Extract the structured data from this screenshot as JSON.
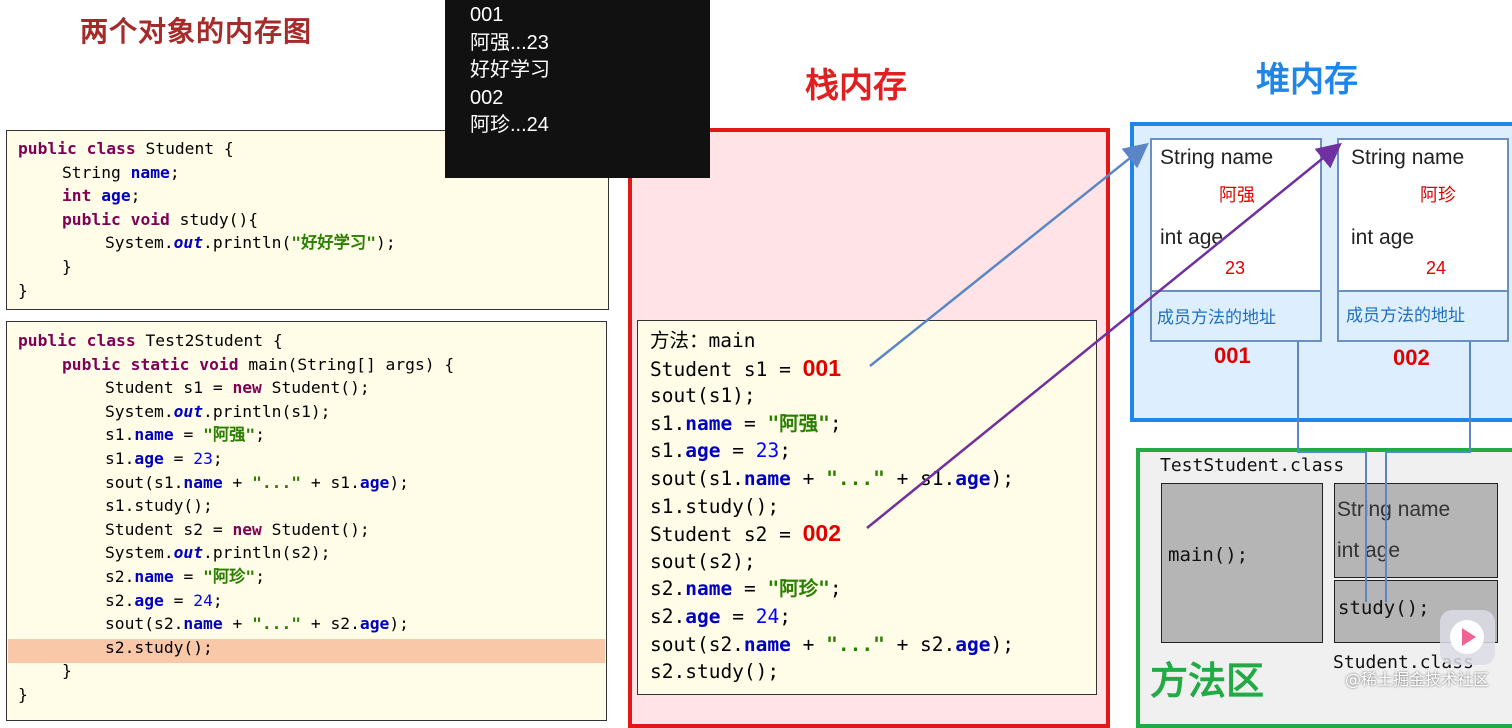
{
  "title": "两个对象的内存图",
  "console_output": [
    "001",
    "阿强...23",
    "好好学习",
    "002",
    "阿珍...24"
  ],
  "student_class": {
    "l1": [
      "public",
      "class",
      "Student {"
    ],
    "l2": [
      "String ",
      "name",
      ";"
    ],
    "l3": [
      "int",
      " ",
      "age",
      ";"
    ],
    "l4": [
      "public",
      "void",
      "study(){"
    ],
    "l5": [
      "System.",
      "out",
      ".println(",
      "\"好好学习\"",
      ");"
    ],
    "l6": "}",
    "l7": "}"
  },
  "test_class": {
    "l1": [
      "public",
      "class",
      "Test2Student {"
    ],
    "l2": [
      "public",
      "static",
      "void",
      "main(String[] args) {"
    ],
    "l3": [
      "Student s1 = ",
      "new",
      " Student();"
    ],
    "l4": [
      "System.",
      "out",
      ".println(s1);"
    ],
    "l5": [
      "s1.",
      "name",
      " = ",
      "\"阿强\"",
      ";"
    ],
    "l6": [
      "s1.",
      "age",
      " = ",
      "23",
      ";"
    ],
    "l7": [
      "sout(s1.",
      "name",
      " + ",
      "\"...\"",
      " + s1.",
      "age",
      ");"
    ],
    "l8": "s1.study();",
    "l9": [
      "Student s2 = ",
      "new",
      " Student();"
    ],
    "l10": [
      "System.",
      "out",
      ".println(s2);"
    ],
    "l11": [
      "s2.",
      "name",
      " = ",
      "\"阿珍\"",
      ";"
    ],
    "l12": [
      "s2.",
      "age",
      " = ",
      "24",
      ";"
    ],
    "l13": [
      "sout(s2.",
      "name",
      " + ",
      "\"...\"",
      " + s2.",
      "age",
      ");"
    ],
    "l14": "s2.study();",
    "l15": "}",
    "l16": "}"
  },
  "stack": {
    "title": "栈内存",
    "method_label": "方法：main",
    "s1_decl": "Student s1 = ",
    "s1_addr": "001",
    "sout_s1": "sout(s1);",
    "s1_name": [
      "s1.",
      "name",
      " = ",
      "\"阿强\"",
      ";"
    ],
    "s1_age": [
      "s1.",
      "age",
      " = ",
      "23",
      ";"
    ],
    "s1_print": [
      "sout(s1.",
      "name",
      " + ",
      "\"...\"",
      " + s1.",
      "age",
      ");"
    ],
    "s1_study": "s1.study();",
    "s2_decl": "Student s2 = ",
    "s2_addr": "002",
    "sout_s2": "sout(s2);",
    "s2_name": [
      "s2.",
      "name",
      " = ",
      "\"阿珍\"",
      ";"
    ],
    "s2_age": [
      "s2.",
      "age",
      " = ",
      "24",
      ";"
    ],
    "s2_print": [
      "sout(s2.",
      "name",
      " + ",
      "\"...\"",
      " + s2.",
      "age",
      ");"
    ],
    "s2_study": "s2.study();"
  },
  "heap": {
    "title": "堆内存",
    "objects": [
      {
        "name_label": "String name",
        "name_value": "阿强",
        "age_label": "int age",
        "age_value": "23",
        "method_addr": "成员方法的地址",
        "addr": "001"
      },
      {
        "name_label": "String name",
        "name_value": "阿珍",
        "age_label": "int age",
        "age_value": "24",
        "method_addr": "成员方法的地址",
        "addr": "002"
      }
    ]
  },
  "method_area": {
    "title": "方法区",
    "test_class_label": "TestStudent.class",
    "main_label": "main();",
    "student_fields": [
      "String name",
      "int age"
    ],
    "study_label": "study();",
    "student_class_label": "Student.class"
  },
  "watermark": "@稀土掘金技术社区",
  "colors": {
    "stack_border": "#e01818",
    "heap_border": "#1f86e8",
    "method_border": "#22aa44",
    "arrow_blue": "#5b86c5",
    "arrow_purple": "#7030a0",
    "address_red": "#e00000"
  }
}
